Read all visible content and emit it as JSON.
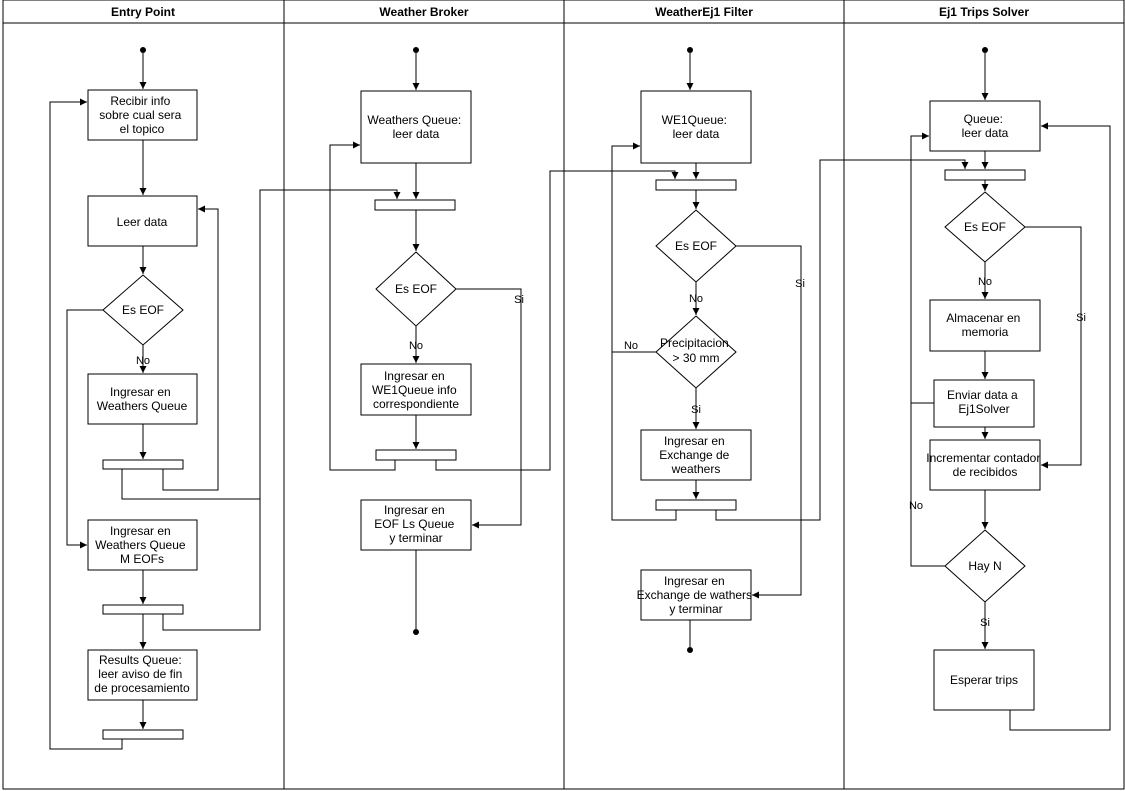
{
  "lanes": [
    {
      "id": "entry",
      "title": "Entry Point"
    },
    {
      "id": "broker",
      "title": "Weather Broker"
    },
    {
      "id": "filter",
      "title": "WeatherEj1 Filter"
    },
    {
      "id": "solver",
      "title": "Ej1 Trips Solver"
    }
  ],
  "nodes": {
    "ep_recibir": [
      "Recibir info",
      "sobre cual sera",
      "el topico"
    ],
    "ep_leer": [
      "Leer data"
    ],
    "ep_eof": [
      "Es EOF"
    ],
    "ep_ingresar": [
      "Ingresar en",
      "Weathers Queue"
    ],
    "ep_ingresar_eofs": [
      "Ingresar en",
      "Weathers Queue",
      "M EOFs"
    ],
    "ep_results": [
      "Results Queue:",
      "leer aviso de fin",
      "de procesamiento"
    ],
    "wb_leer": [
      "Weathers Queue:",
      "leer data"
    ],
    "wb_eof": [
      "Es EOF"
    ],
    "wb_ingresar": [
      "Ingresar en",
      "WE1Queue info",
      "correspondiente"
    ],
    "wb_terminar": [
      "Ingresar en",
      "EOF Ls Queue",
      "y terminar"
    ],
    "wf_leer": [
      "WE1Queue:",
      "leer data"
    ],
    "wf_eof": [
      "Es EOF"
    ],
    "wf_precip": [
      "Precipitacion",
      "> 30 mm"
    ],
    "wf_exchange": [
      "Ingresar en",
      "Exchange de",
      "weathers"
    ],
    "wf_terminar": [
      "Ingresar en",
      "Exchange de wathers",
      "y terminar"
    ],
    "ts_leer": [
      "Queue:",
      "leer data"
    ],
    "ts_eof": [
      "Es EOF"
    ],
    "ts_almacenar": [
      "Almacenar en",
      "memoria"
    ],
    "ts_enviar": [
      "Enviar data a",
      "Ej1Solver"
    ],
    "ts_incrementar": [
      "Incrementar contador",
      "de recibidos"
    ],
    "ts_hayn": [
      "Hay N"
    ],
    "ts_esperar": [
      "Esperar trips"
    ]
  },
  "edge_labels": {
    "ep_no": "No",
    "wb_no": "No",
    "wb_si": "Si",
    "wf_no": "No",
    "wf_si": "Si",
    "wf_precip_no": "No",
    "wf_precip_si": "Si",
    "ts_no": "No",
    "ts_si": "Si",
    "ts_hayn_no": "No",
    "ts_hayn_si": "Si"
  }
}
